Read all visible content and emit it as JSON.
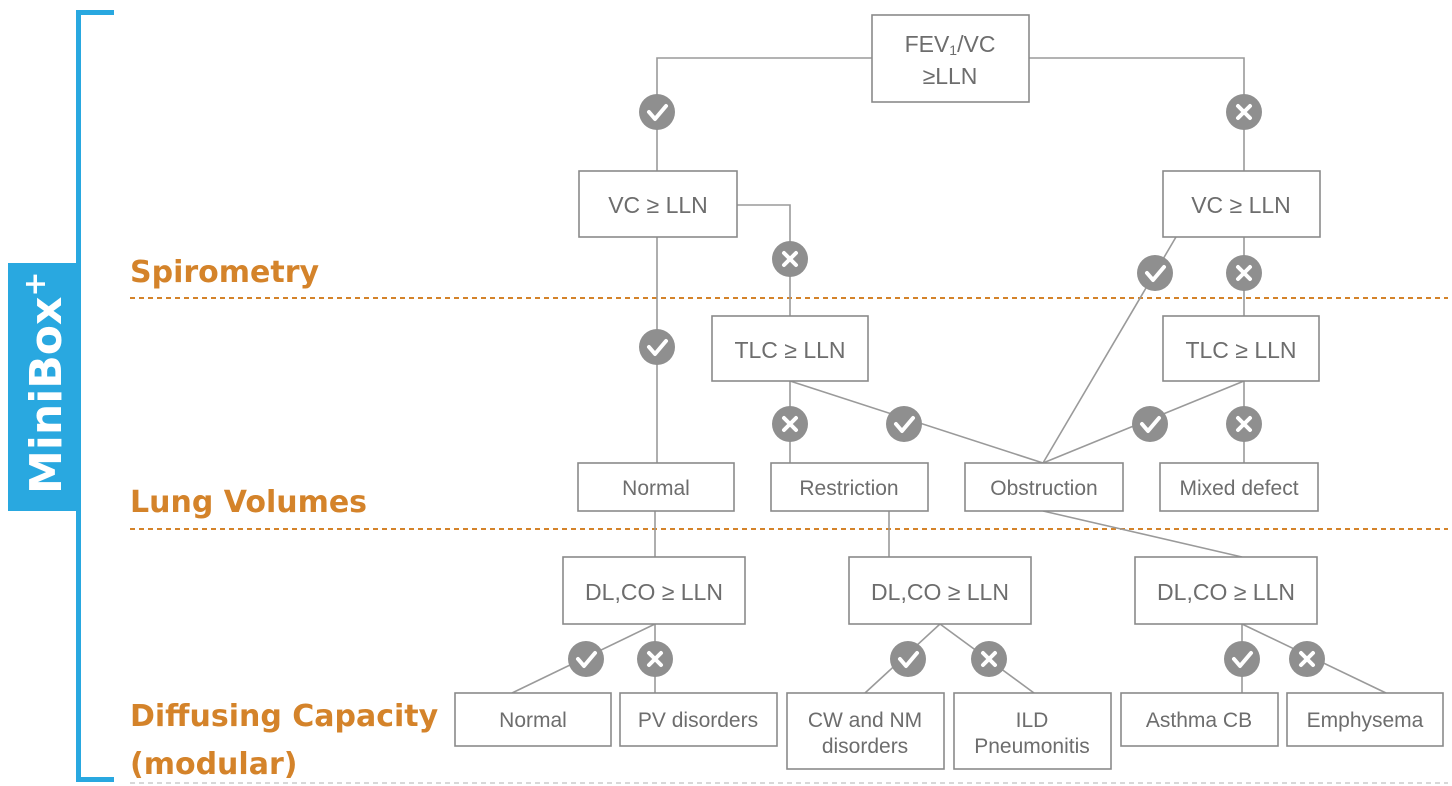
{
  "brand": {
    "name": "MiniBox",
    "superscript": "+",
    "color": "#29a8e0"
  },
  "section_color": "#d4832a",
  "sections": {
    "spirometry": "Spirometry",
    "lung_volumes": "Lung Volumes",
    "diffusing_line1": "Diffusing Capacity",
    "diffusing_line2": "(modular)"
  },
  "nodes": {
    "root": {
      "line1_a": "FEV",
      "line1_sub": "1",
      "line1_b": "/VC",
      "line2": "≥LLN"
    },
    "vc_left": "VC ≥ LLN",
    "vc_right": "VC ≥ LLN",
    "tlc_left": "TLC ≥ LLN",
    "tlc_right": "TLC ≥ LLN",
    "normal": "Normal",
    "restriction": "Restriction",
    "obstruction": "Obstruction",
    "mixed_defect": "Mixed defect",
    "dlco_1": "DL,CO ≥ LLN",
    "dlco_2": "DL,CO ≥ LLN",
    "dlco_3": "DL,CO ≥ LLN",
    "out_normal": "Normal",
    "out_pv": "PV disorders",
    "out_cw_1": "CW and NM",
    "out_cw_2": "disorders",
    "out_ild_1": "ILD",
    "out_ild_2": "Pneumonitis",
    "out_asthma": "Asthma CB",
    "out_emphysema": "Emphysema"
  },
  "badge_icons": {
    "yes": "check-icon",
    "no": "cross-icon"
  }
}
